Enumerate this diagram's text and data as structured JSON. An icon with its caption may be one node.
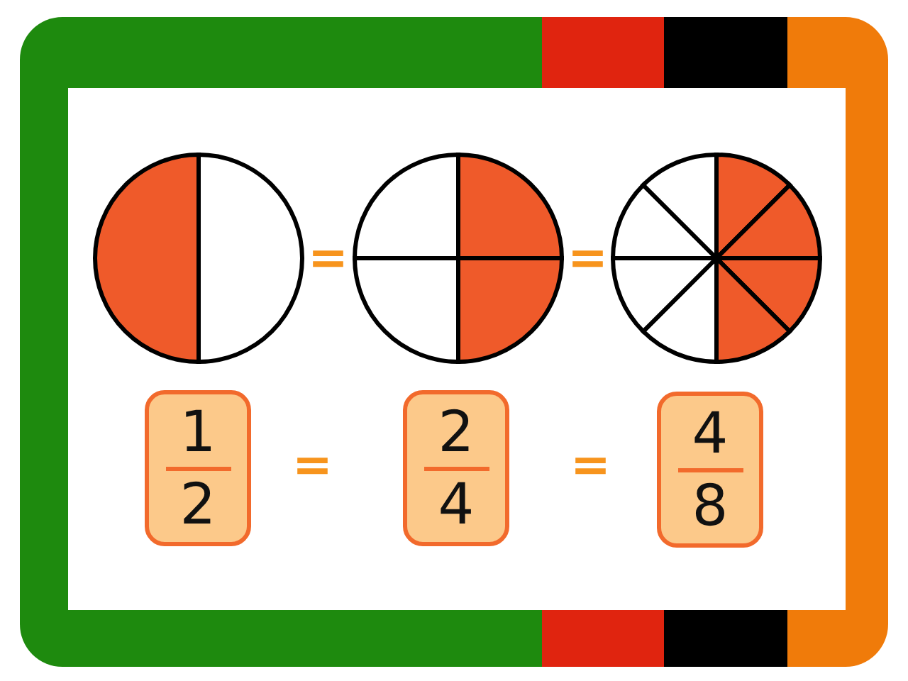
{
  "diagram": {
    "nodes": [
      {
        "text": [],
        "shape": "circle"
      },
      {
        "text": [],
        "shape": "circle"
      },
      {
        "text": [],
        "shape": "circle"
      },
      {
        "text": [
          "1",
          "2"
        ]
      },
      {
        "text": [
          "2",
          "4"
        ]
      },
      {
        "text": [
          "4",
          "8"
        ]
      }
    ],
    "edges": [],
    "labels": [
      "=",
      "=",
      "=",
      "="
    ]
  }
}
